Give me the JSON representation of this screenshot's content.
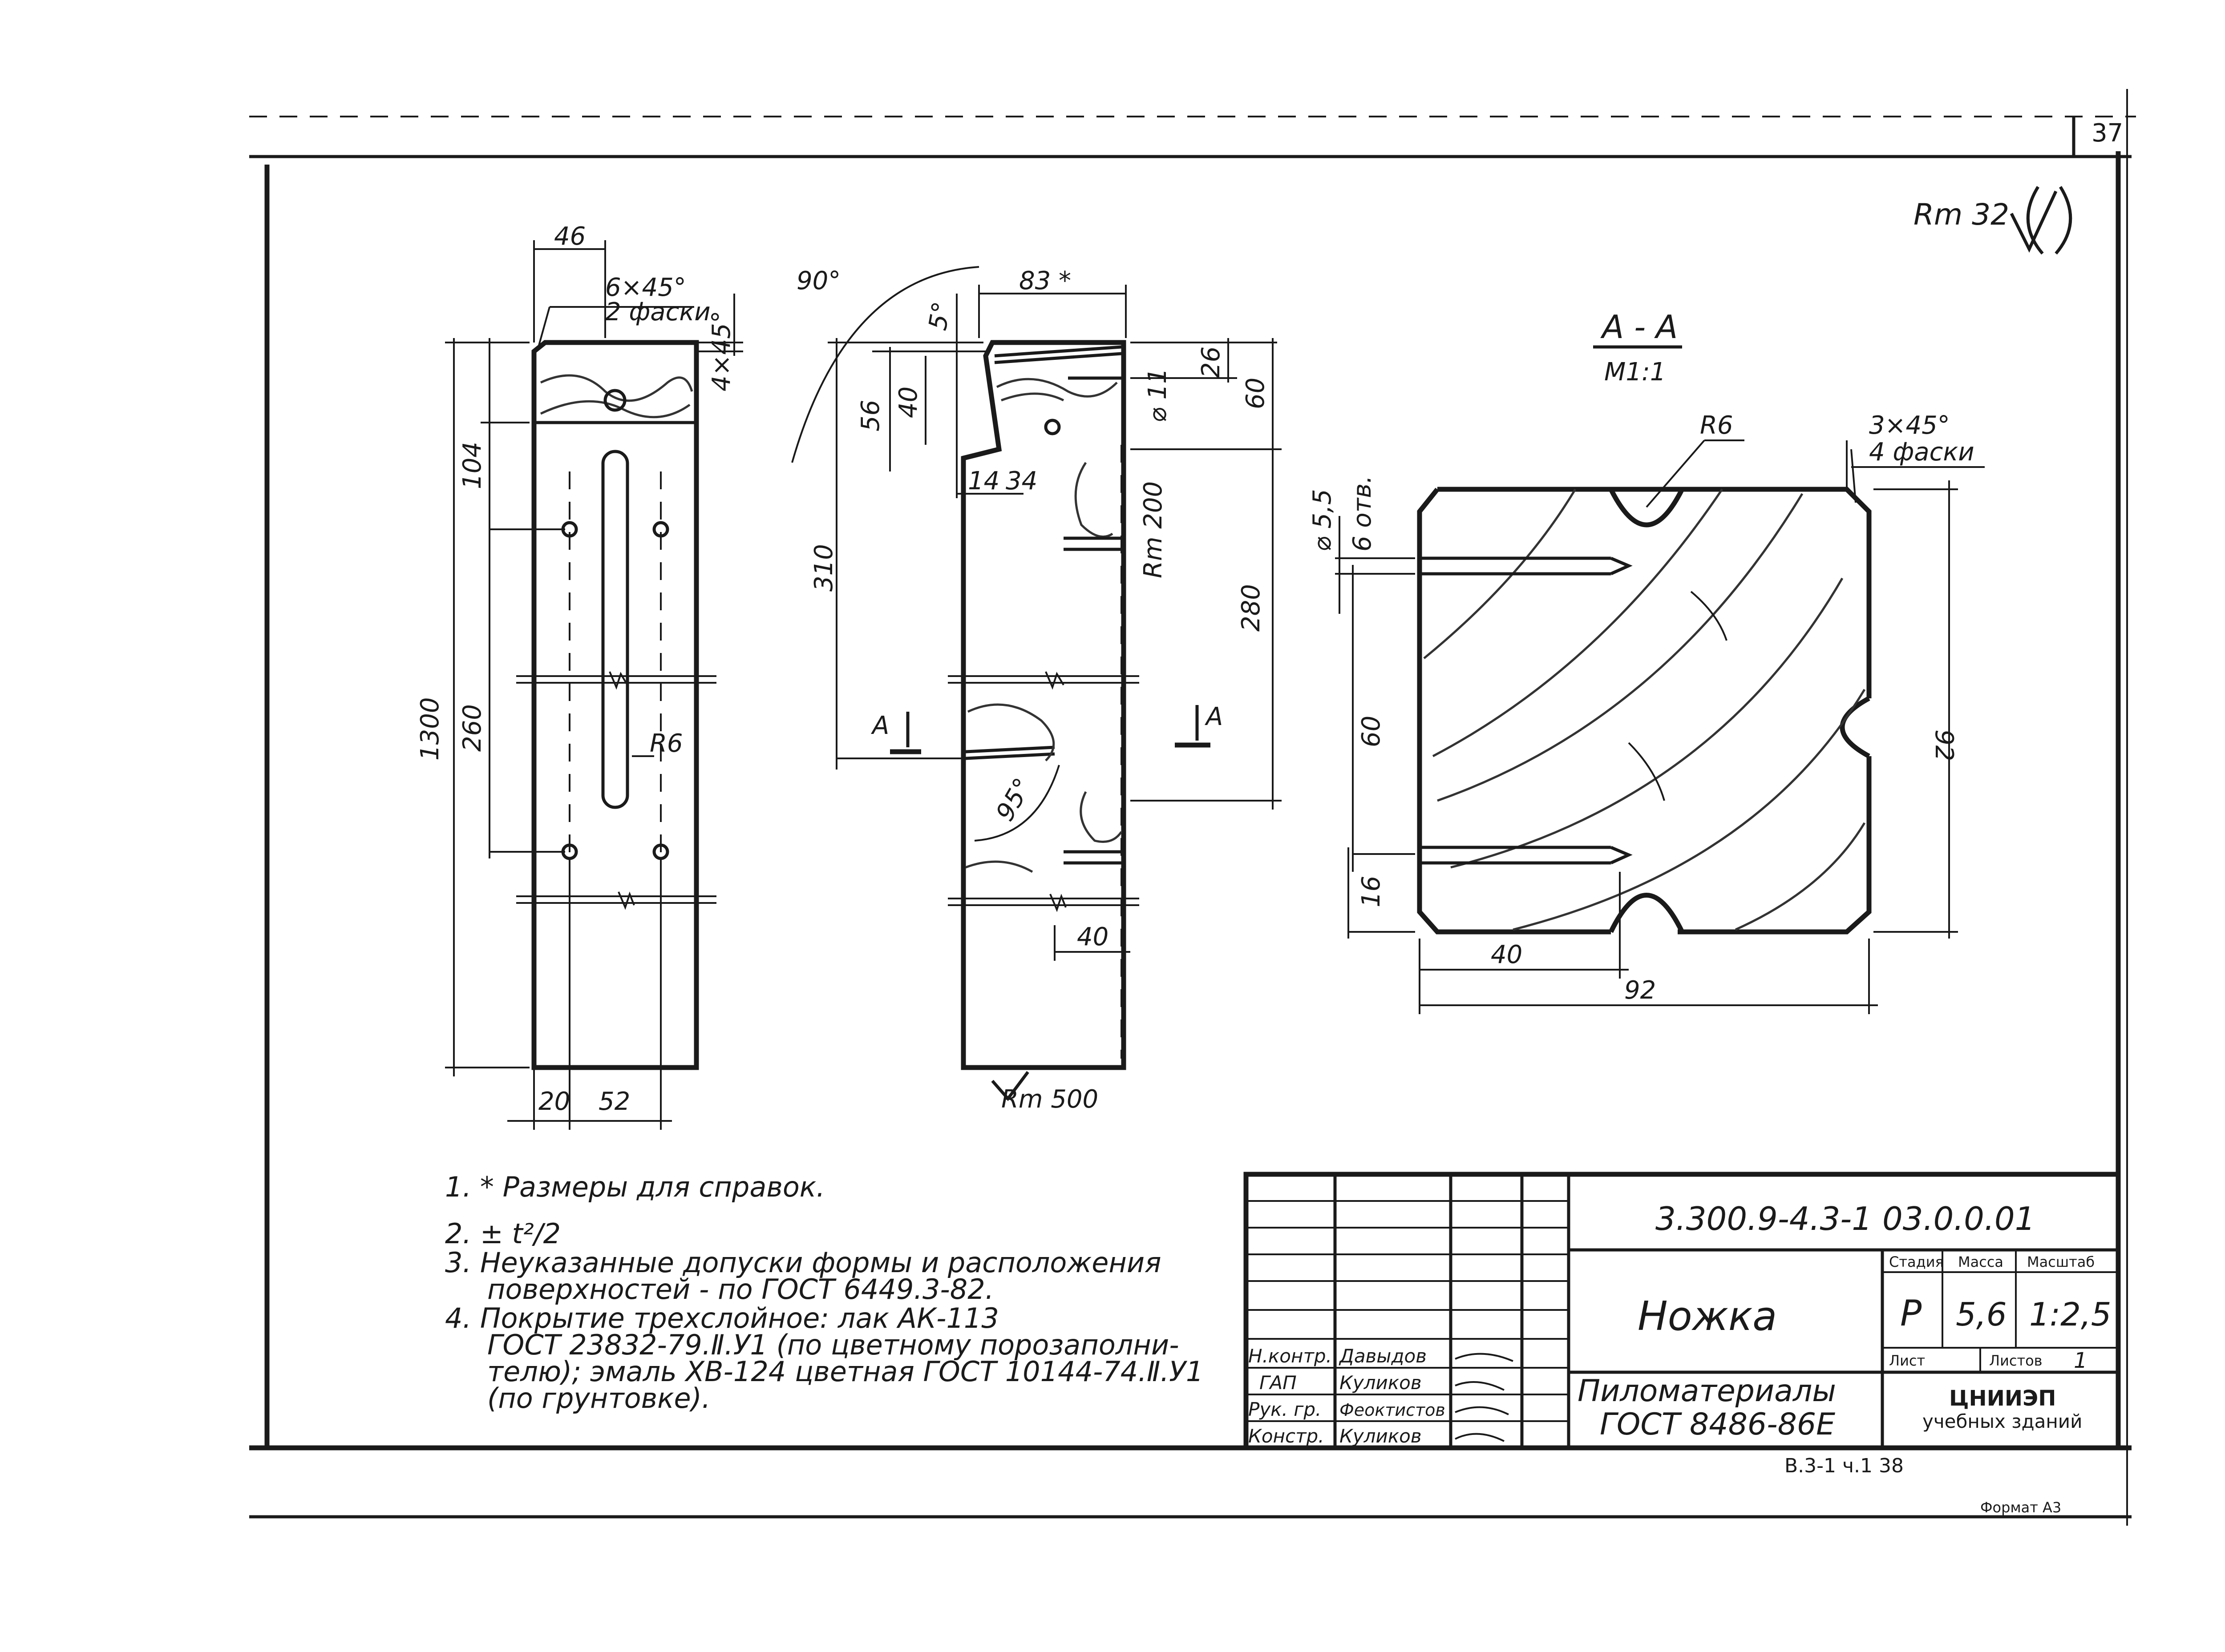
{
  "sheet": {
    "page_number": "37",
    "roughness_symbol": "Rm 32",
    "section_label": "А - А",
    "section_scale": "М1:1"
  },
  "front_view": {
    "width": "46",
    "chamfer": "6×45°",
    "chamfer_note": "2 фаски",
    "top_chamfer": "4×45°",
    "dim_104": "104",
    "dim_1300": "1300",
    "dim_260": "260",
    "radius": "R6",
    "dim_20": "20",
    "dim_52": "52"
  },
  "side_view": {
    "angle_90": "90°",
    "dim_83": "83 *",
    "angle_5": "5°",
    "dim_56": "56",
    "dim_40": "40",
    "dia_11": "⌀ 11",
    "dim_26": "26",
    "dim_60": "60",
    "dim_14": "14",
    "dim_34": "34",
    "rough_200": "Rm 200",
    "dim_310": "310",
    "dim_280": "280",
    "section_mark_left": "А",
    "section_mark_right": "А",
    "angle_95": "95°",
    "dim_40b": "40",
    "rough_500": "Rm 500"
  },
  "section_view": {
    "radius": "R6",
    "chamfer": "3×45°",
    "chamfer_note": "4 фаски",
    "hole": "⌀ 5,5",
    "hole_note": "6 отв.",
    "dim_60": "60",
    "dim_16": "16",
    "dim_92_right": "92",
    "dim_40": "40",
    "dim_92_bottom": "92"
  },
  "notes": [
    "1. * Размеры для справок.",
    "2. ± t²/2",
    "3. Неуказанные допуски формы и расположения",
    "поверхностей - по ГОСТ 6449.3-82.",
    "4. Покрытие трехслойное: лак АК-113",
    "ГОСТ 23832-79.Ⅱ.У1 (по цветному порозаполни-",
    "телю); эмаль ХВ-124 цветная ГОСТ 10144-74.Ⅱ.У1",
    "(по грунтовке)."
  ],
  "title_block": {
    "doc_code": "3.300.9-4.3-1 03.0.0.01",
    "part_name": "Ножка",
    "stage_header": "Стадия",
    "mass_header": "Масса",
    "scale_header": "Масштаб",
    "stage": "Р",
    "mass": "5,6",
    "scale": "1:2,5",
    "sheet_label": "Лист",
    "sheets_label": "Листов",
    "sheets": "1",
    "material_line1": "Пиломатериалы",
    "material_line2": "ГОСТ 8486-86Е",
    "org_line1": "ЦНИИЭП",
    "org_line2": "учебных зданий",
    "signatures": [
      {
        "role": "Н.контр.",
        "name": "Давыдов"
      },
      {
        "role": "ГАП",
        "name": "Куликов"
      },
      {
        "role": "Рук. гр.",
        "name": "Феоктистов"
      },
      {
        "role": "Констр.",
        "name": "Куликов"
      }
    ],
    "footer_code": "В.3-1  ч.1   38",
    "format": "Формат А3"
  }
}
